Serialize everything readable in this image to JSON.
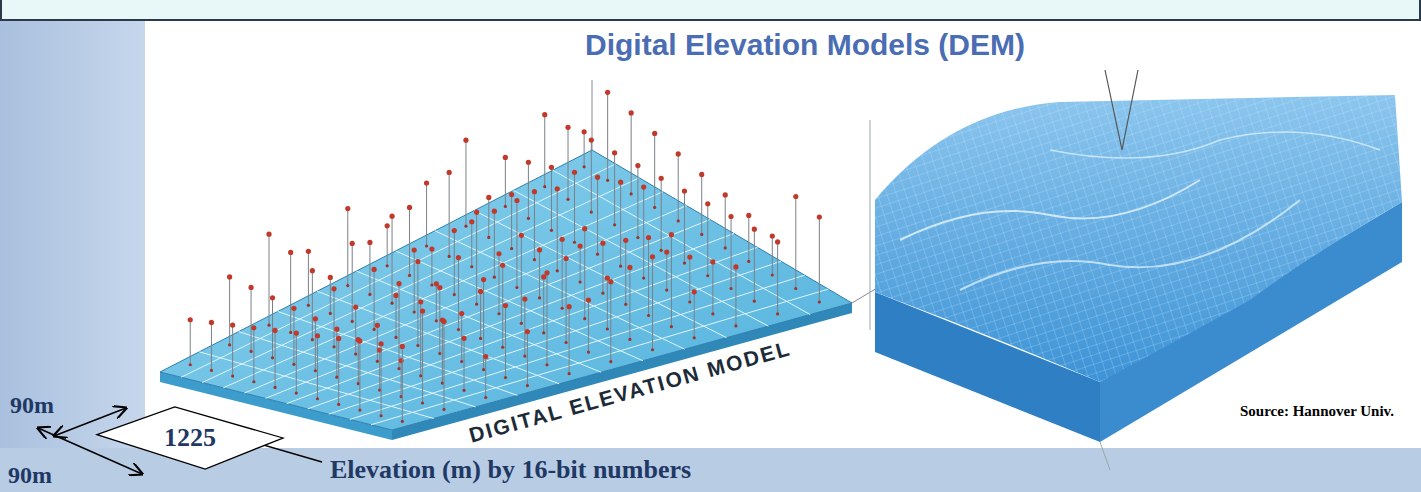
{
  "diagram": {
    "title": "Digital Elevation Models (DEM)",
    "nodes": [
      {
        "text": [
          "1225"
        ]
      }
    ],
    "labels": [
      "DIGITAL ELEVATION MODEL",
      "Source: Hannover Univ.",
      "90m",
      "90m",
      "Elevation (m) by 16-bit numbers"
    ]
  }
}
